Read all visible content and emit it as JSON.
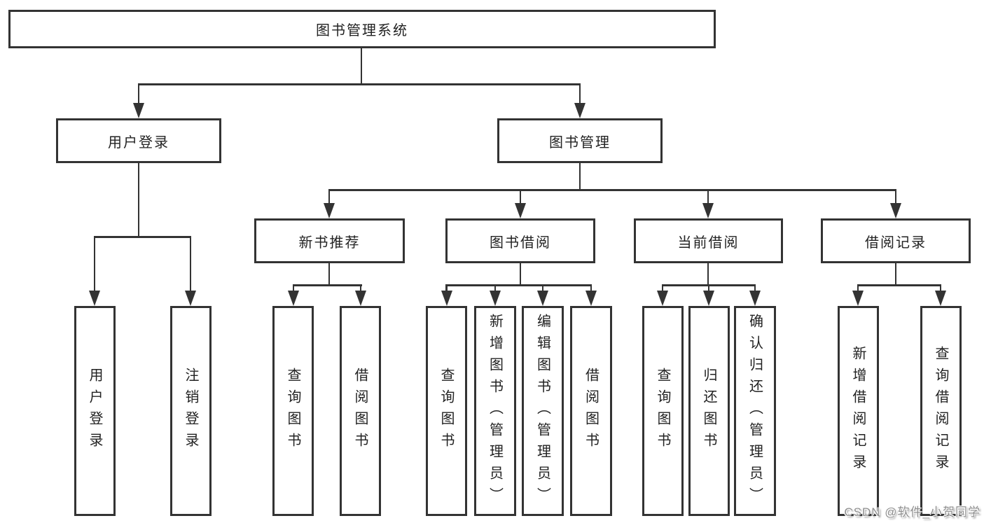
{
  "page": {
    "background": "#ffffff",
    "watermark": "CSDN @软件_小贺同学"
  },
  "colors": {
    "box_border": "#333333",
    "connector": "#333333",
    "text": "#222222",
    "watermark": "#8e8e8e"
  },
  "diagram": {
    "type": "tree",
    "root": {
      "label": "图书管理系统"
    },
    "level2": [
      {
        "label": "用户登录",
        "children": [
          "用户登录",
          "注销登录"
        ]
      },
      {
        "label": "图书管理",
        "children": [
          {
            "label": "新书推荐",
            "children": [
              "查询图书",
              "借阅图书"
            ]
          },
          {
            "label": "图书借阅",
            "children": [
              "查询图书",
              "新增图书（管理员）",
              "编辑图书（管理员）",
              "借阅图书"
            ]
          },
          {
            "label": "当前借阅",
            "children": [
              "查询图书",
              "归还图书",
              "确认归还（管理员）"
            ]
          },
          {
            "label": "借阅记录",
            "children": [
              "新增借阅记录",
              "查询借阅记录"
            ]
          }
        ]
      }
    ]
  }
}
